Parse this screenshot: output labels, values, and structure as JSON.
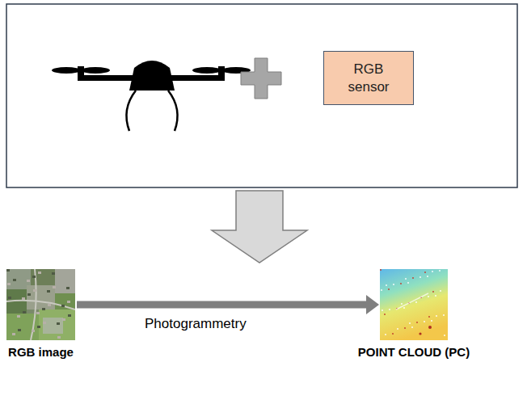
{
  "diagram": {
    "nodes": [
      {
        "text": [
          "RGB sensor"
        ]
      },
      {
        "text": [
          "RGB image"
        ]
      },
      {
        "text": [
          "POINT CLOUD (PC)"
        ]
      }
    ],
    "edges": [
      {
        "from": 1,
        "to": 2,
        "label": "Photogrammetry",
        "arrow": "to"
      }
    ]
  }
}
